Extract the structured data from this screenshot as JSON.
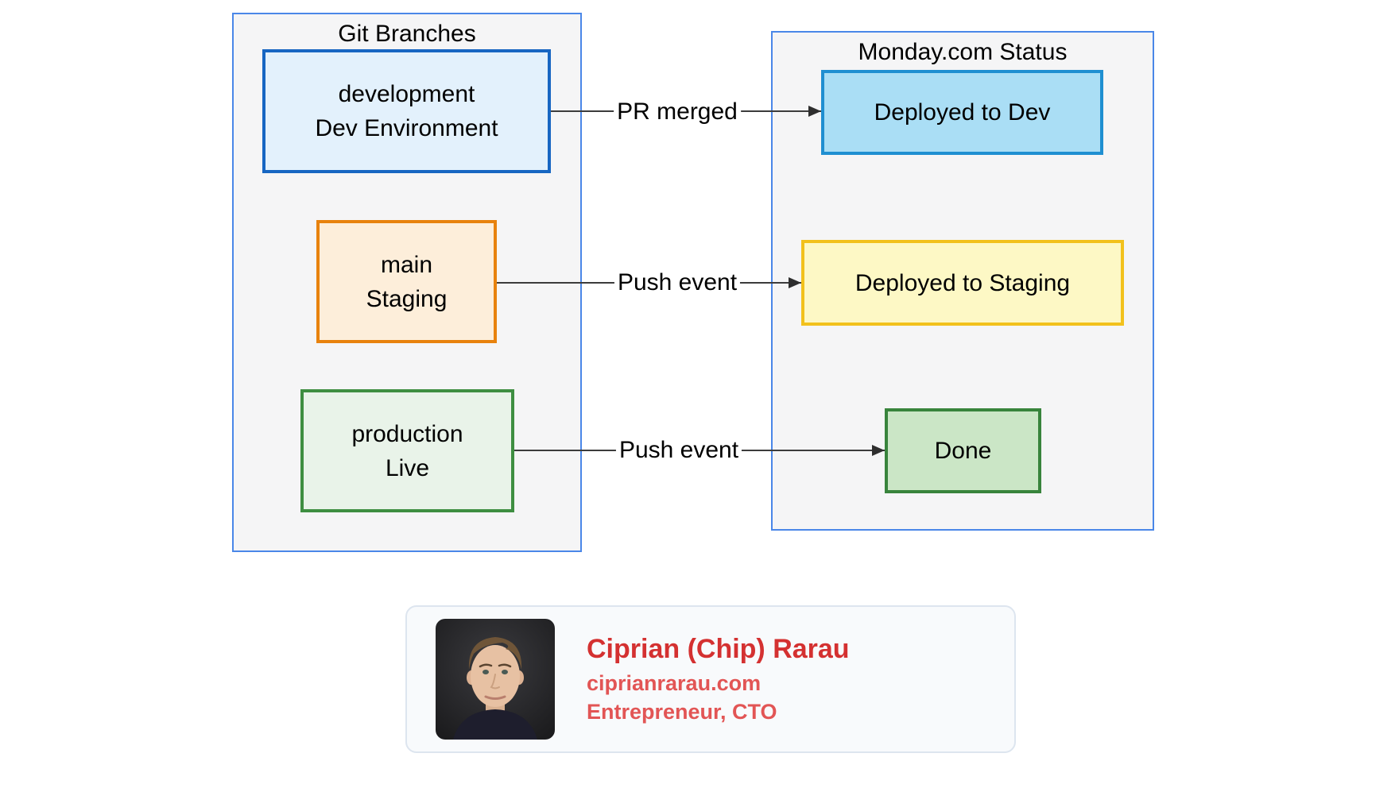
{
  "left_container": {
    "title": "Git Branches",
    "nodes": [
      {
        "line1": "development",
        "line2": "Dev Environment"
      },
      {
        "line1": "main",
        "line2": "Staging"
      },
      {
        "line1": "production",
        "line2": "Live"
      }
    ]
  },
  "right_container": {
    "title": "Monday.com Status",
    "nodes": [
      {
        "label": "Deployed to Dev"
      },
      {
        "label": "Deployed to Staging"
      },
      {
        "label": "Done"
      }
    ]
  },
  "arrows": [
    {
      "label": "PR merged",
      "from": "development",
      "to": "Deployed to Dev"
    },
    {
      "label": "Push event",
      "from": "main",
      "to": "Deployed to Staging"
    },
    {
      "label": "Push event",
      "from": "production",
      "to": "Done"
    }
  ],
  "author_card": {
    "name": "Ciprian (Chip) Rarau",
    "website": "ciprianrarau.com",
    "role": "Entrepreneur, CTO"
  },
  "colors": {
    "container_fill": "#f5f5f6",
    "container_border": "#4a87e8",
    "development_fill": "#e3f1fc",
    "development_border": "#1766c2",
    "main_fill": "#fdeeda",
    "main_border": "#e8820d",
    "production_fill": "#e9f3e9",
    "production_border": "#3e8e41",
    "deployed_dev_fill": "#aadef5",
    "deployed_dev_border": "#1f8fd1",
    "deployed_staging_fill": "#fdf8c5",
    "deployed_staging_border": "#f2c11c",
    "done_fill": "#cbe6c6",
    "done_border": "#38843c",
    "arrow_line": "#3c3c3c",
    "card_fill": "#f8fafc",
    "card_border": "#dde5ef",
    "name_red": "#d43131",
    "sub_red": "#e25555"
  }
}
